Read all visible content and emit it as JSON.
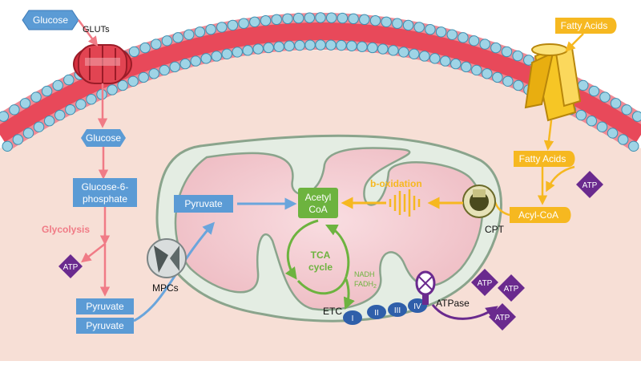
{
  "labels": {
    "glucose_outside": "Glucose",
    "gluts": "GLUTs",
    "glucose_inside": "Glucose",
    "g6p_line1": "Glucose-6-",
    "g6p_line2": "phosphate",
    "glycolysis": "Glycolysis",
    "atp_glycolysis": "ATP",
    "pyruvate_1": "Pyruvate",
    "pyruvate_2": "Pyruvate",
    "mpcs": "MPCs",
    "pyruvate_mito": "Pyruvate",
    "acetyl_line1": "Acetyl",
    "acetyl_line2": "CoA",
    "b_oxidation": "b-oxidation",
    "tca_line1": "TCA",
    "tca_line2": "cycle",
    "nadh": "NADH",
    "fadh2": "FADH",
    "fadh2_sub": "2",
    "etc": "ETC",
    "complex_1": "I",
    "complex_2": "II",
    "complex_3": "III",
    "complex_4": "IV",
    "atpase": "ATPase",
    "atp_out_1": "ATP",
    "atp_out_2": "ATP",
    "atp_out_3": "ATP",
    "fatty_acids_outside": "Fatty Acids",
    "fatty_acids_inside": "Fatty Acids",
    "atp_fatty": "ATP",
    "acyl_coa": "Acyl-CoA",
    "cpt": "CPT"
  },
  "colors": {
    "cytoplasm": "#f7dfd6",
    "membrane_core": "#e8495a",
    "lipid_head": "#9fd4e6",
    "lipid_head_stroke": "#3d8fb0",
    "mito_outer": "#e4ede3",
    "mito_outer_stroke": "#8aa48c",
    "mito_matrix": "#f2c9cf",
    "glucose_box": "#5b9bd5",
    "glycolysis_text": "#f07b86",
    "glycolysis_arrow": "#f07b86",
    "atp_purple": "#6a2a8e",
    "tca_green": "#6db33f",
    "fatty_yellow": "#f6b820",
    "etc_blue": "#2f5faa",
    "blue_arrow": "#6aa5dc",
    "gray_channel": "#5f6a6a"
  },
  "icons": {
    "glut_transporter": "glut-transporter-icon",
    "fatty_acid_transporter": "fatty-acid-transporter-icon",
    "mpc_channel": "mpc-channel-icon",
    "cpt_channel": "cpt-channel-icon",
    "atpase_complex": "atpase-icon"
  }
}
